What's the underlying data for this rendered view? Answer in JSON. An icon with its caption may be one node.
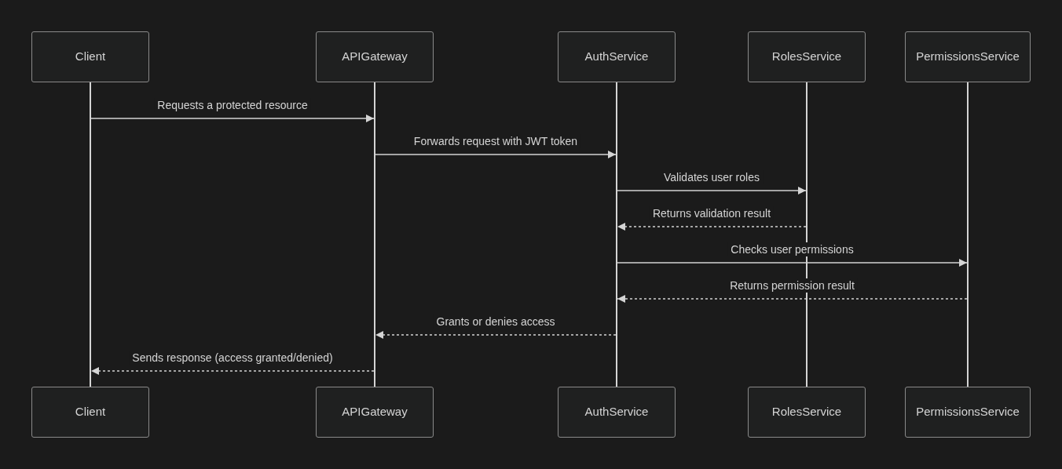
{
  "diagram": {
    "nodes": [
      {
        "text": [
          "Client"
        ]
      },
      {
        "text": [
          "APIGateway"
        ]
      },
      {
        "text": [
          "AuthService"
        ]
      },
      {
        "text": [
          "RolesService"
        ]
      },
      {
        "text": [
          "PermissionsService"
        ]
      },
      {
        "text": [
          "Client"
        ]
      },
      {
        "text": [
          "APIGateway"
        ]
      },
      {
        "text": [
          "AuthService"
        ]
      },
      {
        "text": [
          "RolesService"
        ]
      },
      {
        "text": [
          "PermissionsService"
        ]
      },
      {
        "text": [],
        "shape": "bar"
      },
      {
        "text": [],
        "shape": "bar"
      },
      {
        "text": [],
        "shape": "bar"
      },
      {
        "text": [],
        "shape": "bar"
      },
      {
        "text": [],
        "shape": "bar"
      }
    ],
    "edges": [
      {
        "from": 10,
        "to": 11,
        "arrow": "to",
        "label": "Requests a protected resource"
      },
      {
        "from": 11,
        "to": 12,
        "arrow": "to",
        "label": "Forwards request with JWT token"
      },
      {
        "from": 12,
        "to": 13,
        "arrow": "to",
        "label": "Validates user roles"
      },
      {
        "from": 13,
        "to": 12,
        "arrow": "to",
        "label": "Returns validation result",
        "style": "dashed"
      },
      {
        "from": 12,
        "to": 14,
        "arrow": "to",
        "label": "Checks user permissions"
      },
      {
        "from": 14,
        "to": 12,
        "arrow": "to",
        "label": "Returns permission result",
        "style": "dashed"
      },
      {
        "from": 12,
        "to": 11,
        "arrow": "to",
        "label": "Grants or denies access",
        "style": "dashed"
      },
      {
        "from": 11,
        "to": 10,
        "arrow": "to",
        "label": "Sends response (access granted/denied)",
        "style": "dashed"
      }
    ]
  }
}
